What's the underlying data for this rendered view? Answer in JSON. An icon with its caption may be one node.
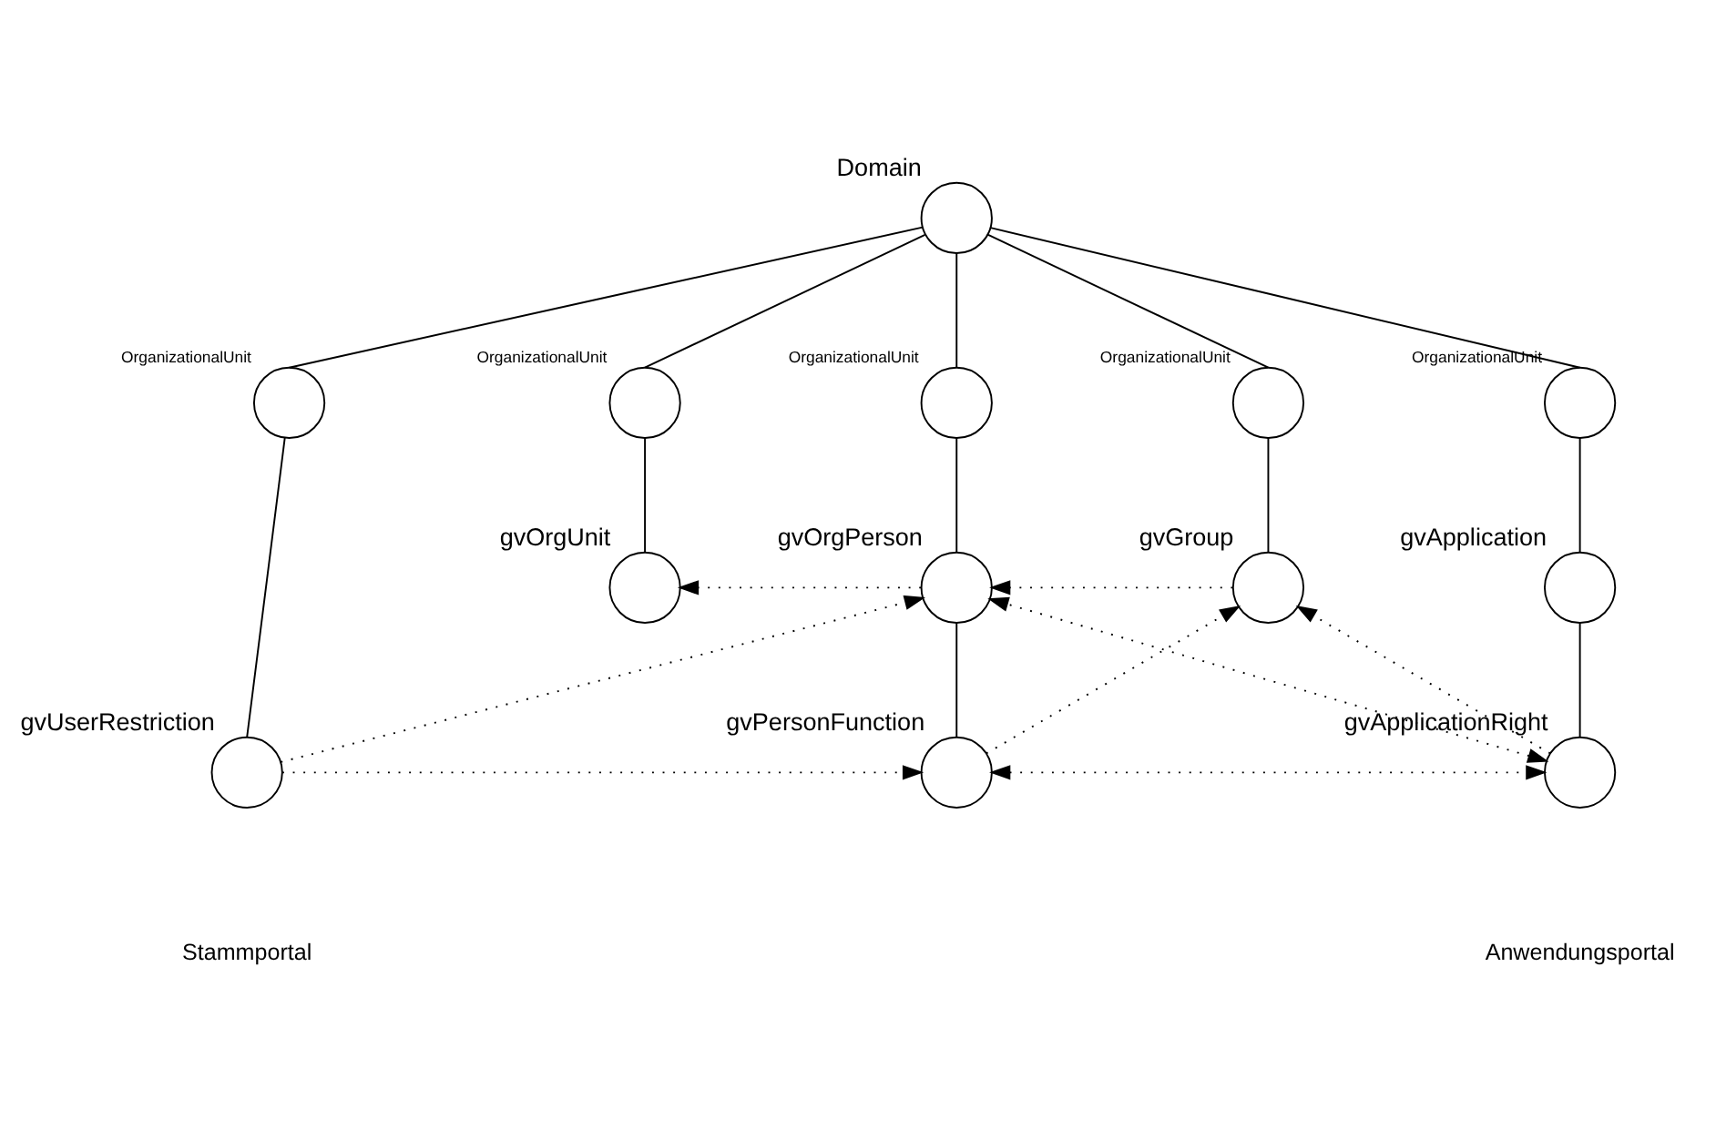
{
  "diagram": {
    "nodes": [
      {
        "text": [
          "Domain"
        ]
      },
      {
        "text": [
          "OrganizationalUnit"
        ]
      },
      {
        "text": [
          "OrganizationalUnit"
        ]
      },
      {
        "text": [
          "OrganizationalUnit"
        ]
      },
      {
        "text": [
          "OrganizationalUnit"
        ]
      },
      {
        "text": [
          "OrganizationalUnit"
        ]
      },
      {
        "text": [
          "gvOrgUnit"
        ]
      },
      {
        "text": [
          "gvOrgPerson"
        ]
      },
      {
        "text": [
          "gvGroup"
        ]
      },
      {
        "text": [
          "gvApplication"
        ]
      },
      {
        "text": [
          "gvUserRestriction"
        ]
      },
      {
        "text": [
          "gvPersonFunction"
        ]
      },
      {
        "text": [
          "gvApplicationRight"
        ]
      }
    ],
    "edges": [
      {
        "from": 0,
        "to": 1,
        "arrow": "none"
      },
      {
        "from": 0,
        "to": 2,
        "arrow": "none"
      },
      {
        "from": 0,
        "to": 3,
        "arrow": "none"
      },
      {
        "from": 0,
        "to": 4,
        "arrow": "none"
      },
      {
        "from": 0,
        "to": 5,
        "arrow": "none"
      },
      {
        "from": 1,
        "to": 10,
        "arrow": "none"
      },
      {
        "from": 2,
        "to": 6,
        "arrow": "none"
      },
      {
        "from": 3,
        "to": 7,
        "arrow": "none"
      },
      {
        "from": 4,
        "to": 8,
        "arrow": "none"
      },
      {
        "from": 5,
        "to": 9,
        "arrow": "none"
      },
      {
        "from": 7,
        "to": 11,
        "arrow": "none"
      },
      {
        "from": 9,
        "to": 12,
        "arrow": "none"
      },
      {
        "from": 7,
        "to": 6,
        "arrow": "to",
        "style": "dashed"
      },
      {
        "from": 8,
        "to": 7,
        "arrow": "to",
        "style": "dashed"
      },
      {
        "from": 10,
        "to": 7,
        "arrow": "to",
        "style": "dashed"
      },
      {
        "from": 12,
        "to": 7,
        "arrow": "both",
        "style": "dashed"
      },
      {
        "from": 11,
        "to": 8,
        "arrow": "to",
        "style": "dashed"
      },
      {
        "from": 12,
        "to": 8,
        "arrow": "to",
        "style": "dashed"
      },
      {
        "from": 10,
        "to": 11,
        "arrow": "to",
        "style": "dashed"
      },
      {
        "from": 11,
        "to": 12,
        "arrow": "both",
        "style": "dashed"
      }
    ],
    "labels": [
      "Stammportal",
      "Anwendungsportal"
    ]
  }
}
